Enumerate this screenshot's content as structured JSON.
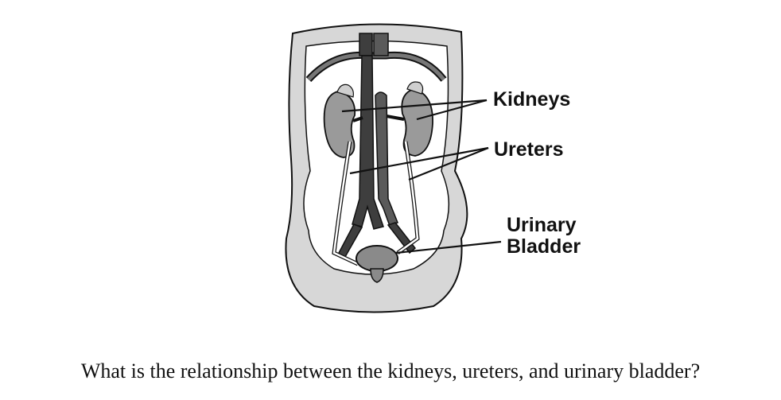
{
  "labels": {
    "kidneys": "Kidneys",
    "ureters": "Ureters",
    "bladder_line1": "Urinary",
    "bladder_line2": "Bladder"
  },
  "question": "What is the relationship between the kidneys, ureters, and urinary bladder?",
  "colors": {
    "body_fill": "#d7d7d7",
    "cavity_fill": "#ffffff",
    "organ_fill": "#8a8a8a",
    "vessel_fill": "#3e3e3e",
    "kidney_fill": "#9a9a9a",
    "outline": "#111111"
  }
}
